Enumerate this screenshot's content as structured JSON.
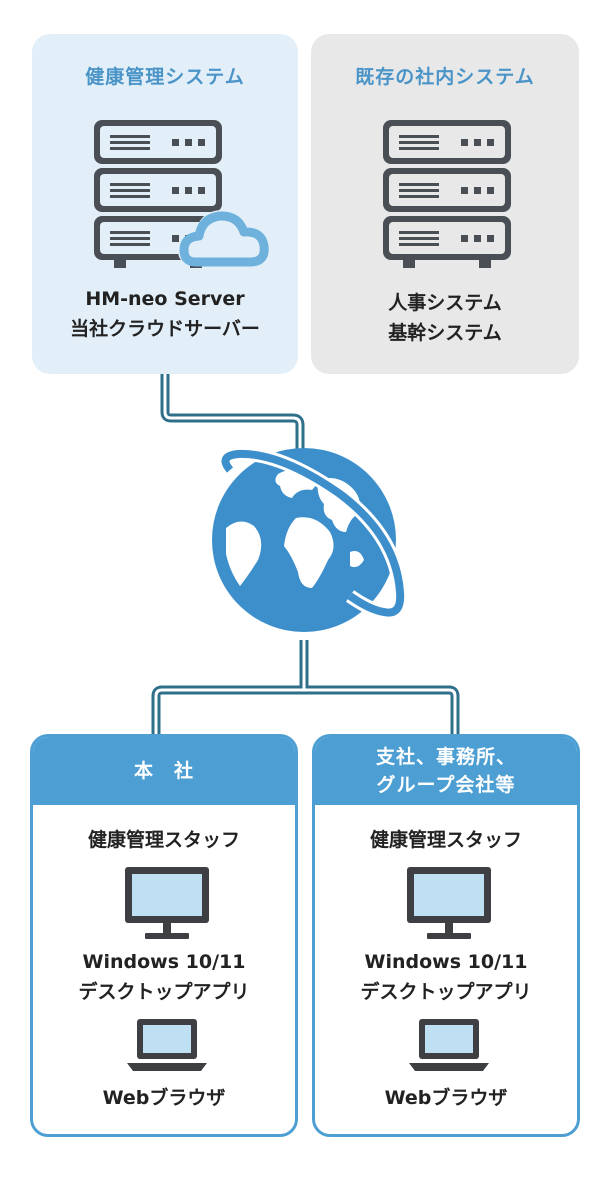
{
  "health_system": {
    "title": "健康管理システム",
    "server_line1": "HM-neo Server",
    "server_line2": "当社クラウドサーバー"
  },
  "existing_system": {
    "title": "既存の社内システム",
    "line1": "人事システム",
    "line2": "基幹システム"
  },
  "offices": {
    "hq": {
      "title": "本　社",
      "staff": "健康管理スタッフ",
      "app_line1": "Windows 10/11",
      "app_line2": "デスクトップアプリ",
      "browser": "Webブラウザ"
    },
    "branch": {
      "title": "支社、事務所、\nグループ会社等",
      "staff": "健康管理スタッフ",
      "app_line1": "Windows 10/11",
      "app_line2": "デスクトップアプリ",
      "browser": "Webブラウザ"
    }
  },
  "colors": {
    "accent": "#4d9fd3",
    "server_dark": "#4a4f55",
    "panel_blue": "#e3eff8",
    "panel_gray": "#e8e8e8",
    "globe_blue": "#3d8fcc",
    "line_teal": "#2e6f8a"
  }
}
